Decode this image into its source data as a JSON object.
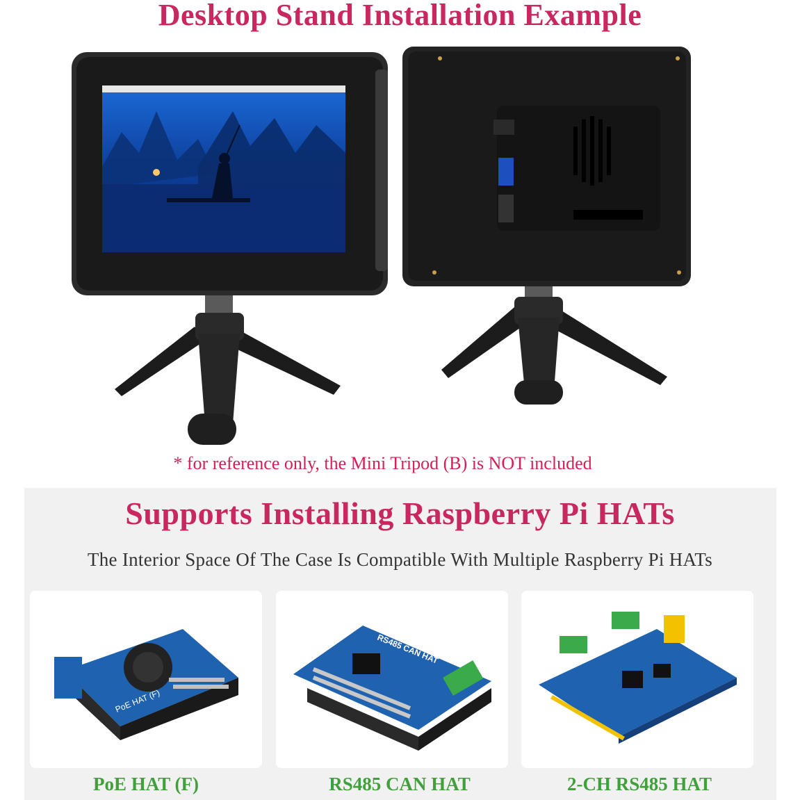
{
  "header": {
    "title": "Desktop Stand Installation Example"
  },
  "note": "* for reference only, the Mini Tripod (B) is NOT included",
  "hats_section": {
    "title": "Supports Installing Raspberry Pi HATs",
    "subtitle": "The Interior Space Of The Case Is Compatible With Multiple Raspberry Pi HATs",
    "cards": [
      {
        "label": "PoE HAT (F)",
        "board_text": "PoE HAT (F)"
      },
      {
        "label": "RS485 CAN HAT",
        "board_text": "RS485 CAN HAT"
      },
      {
        "label": "2-CH RS485 HAT"
      }
    ]
  },
  "colors": {
    "title_pink": "#c8275f",
    "note_red": "#d61f55",
    "label_green": "#41a03c",
    "board_blue": "#1e62b0"
  }
}
